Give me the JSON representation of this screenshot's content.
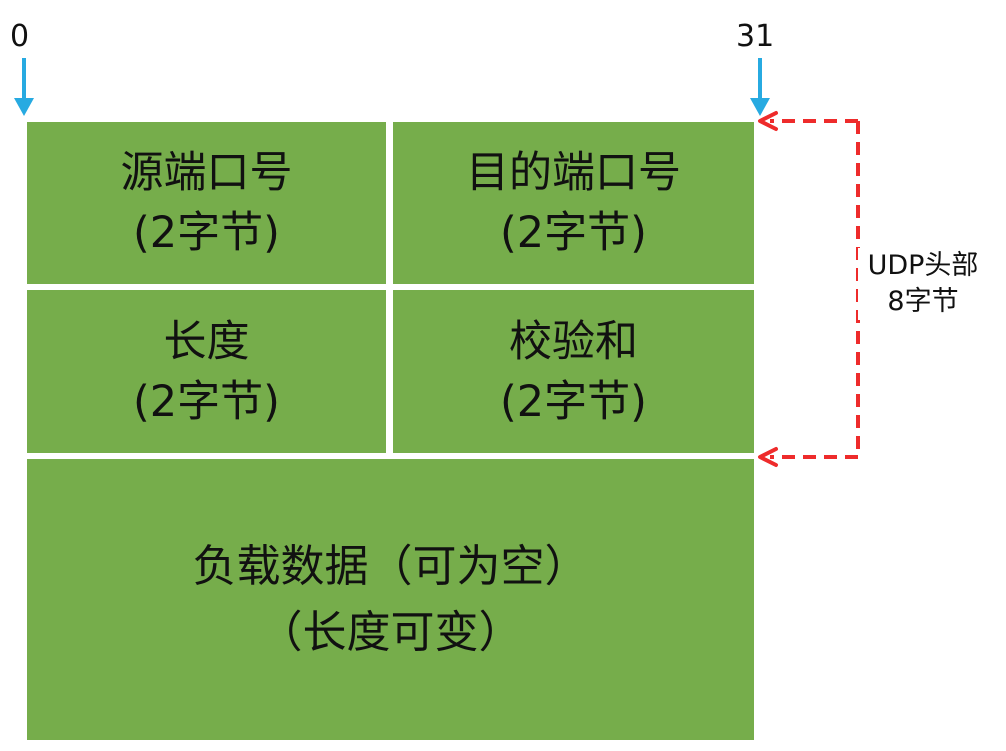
{
  "bit_range": {
    "start": "0",
    "end": "31"
  },
  "fields": {
    "source_port": {
      "name": "源端口号",
      "size": "(2字节)"
    },
    "dest_port": {
      "name": "目的端口号",
      "size": "(2字节)"
    },
    "length": {
      "name": "长度",
      "size": "(2字节)"
    },
    "checksum": {
      "name": "校验和",
      "size": "(2字节)"
    },
    "payload": {
      "name": "负载数据（可为空）",
      "size": "（长度可变）"
    }
  },
  "header_annotation": {
    "line1": "UDP头部",
    "line2": "8字节"
  },
  "colors": {
    "field_fill": "#76ad4b",
    "bit_arrow": "#27aae1",
    "header_bracket": "#ee2b2b"
  }
}
